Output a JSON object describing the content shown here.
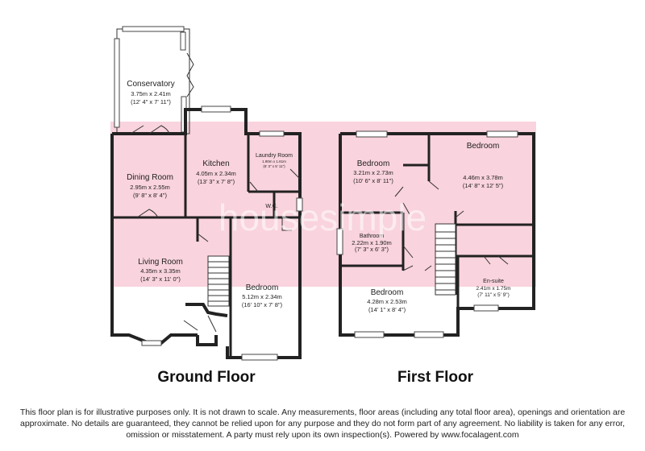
{
  "watermark": "housesimple",
  "floors": {
    "ground": {
      "title": "Ground Floor"
    },
    "first": {
      "title": "First Floor"
    }
  },
  "rooms": {
    "conservatory": {
      "name": "Conservatory",
      "metric": "3.75m x 2.41m",
      "imperial": "(12' 4\" x 7' 11\")"
    },
    "kitchen": {
      "name": "Kitchen",
      "metric": "4.05m x 2.34m",
      "imperial": "(13' 3\" x 7' 8\")"
    },
    "laundry": {
      "name": "Laundry Room",
      "metric": "1.90m x 1.61m",
      "imperial": "(6' 3\" x 5' 11\")"
    },
    "dining": {
      "name": "Dining Room",
      "metric": "2.95m x 2.55m",
      "imperial": "(9' 8\" x 8' 4\")"
    },
    "wc": {
      "name": "W.C."
    },
    "living": {
      "name": "Living Room",
      "metric": "4.35m x 3.35m",
      "imperial": "(14' 3\" x 11' 0\")"
    },
    "ground_bedroom": {
      "name": "Bedroom",
      "metric": "5.12m x 2.34m",
      "imperial": "(16' 10\" x 7' 8\")"
    },
    "bedroom_1": {
      "name": "Bedroom",
      "metric": "3.21m x 2.73m",
      "imperial": "(10' 6\" x 8' 11\")"
    },
    "bedroom_2": {
      "name": "Bedroom",
      "metric": "4.46m x 3.78m",
      "imperial": "(14' 8\" x 12' 5\")"
    },
    "bathroom": {
      "name": "Bathroom",
      "metric": "2.22m x 1.90m",
      "imperial": "(7' 3\" x 6' 3\")"
    },
    "ensuite": {
      "name": "En-suite",
      "metric": "2.41m x 1.75m",
      "imperial": "(7' 11\" x 5' 9\")"
    },
    "bedroom_3": {
      "name": "Bedroom",
      "metric": "4.28m x 2.53m",
      "imperial": "(14' 1\" x 8' 4\")"
    }
  },
  "disclaimer": "This floor plan is for illustrative purposes only. It is not drawn to scale. Any measurements, floor areas (including any total floor area), openings and orientation are approximate. No details are guaranteed, they cannot be relied upon for any purpose and they do not form part of any agreement. No liability is taken for any error, omission or misstatement. A party must rely upon its own inspection(s). Powered by www.focalagent.com",
  "colors": {
    "watermark_band": "#f9d3dd",
    "walls": "#222222",
    "background": "#ffffff"
  }
}
